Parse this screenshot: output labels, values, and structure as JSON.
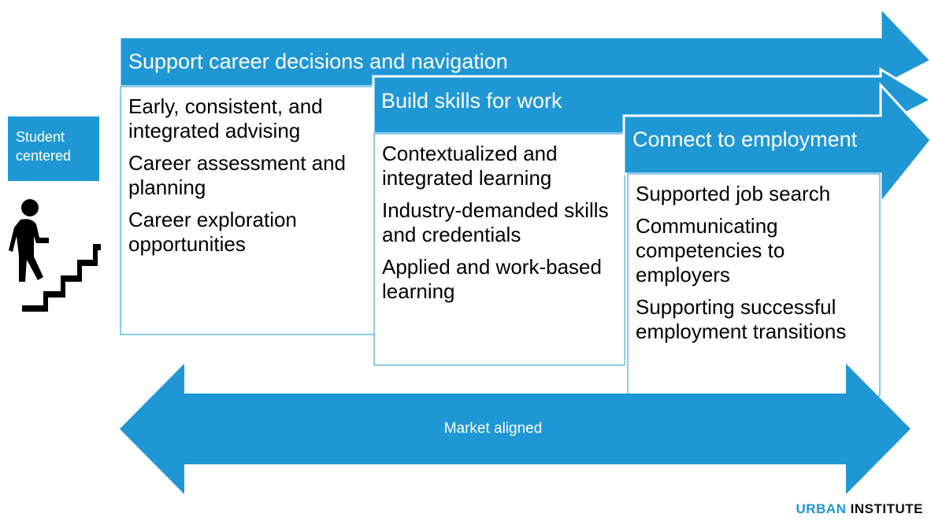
{
  "colors": {
    "accent": "#1f97d4",
    "text": "#000000",
    "box_border": "#1f97d4",
    "brand_urban": "#1f97d4",
    "brand_institute": "#111111"
  },
  "student": {
    "label_line1": "Student",
    "label_line2": "centered",
    "icon": "person-climbing-stairs-icon"
  },
  "stages": [
    {
      "title": "Support career decisions and navigation",
      "items": [
        "Early, consistent, and integrated advising",
        "Career assessment and planning",
        "Career exploration opportunities"
      ]
    },
    {
      "title": "Build skills for work",
      "items": [
        "Contextualized and integrated learning",
        "Industry-demanded skills and credentials",
        "Applied and work-based learning"
      ]
    },
    {
      "title": "Connect to employment",
      "items": [
        "Supported job search",
        "Communicating competencies to employers",
        "Supporting successful employment transitions"
      ]
    }
  ],
  "foundation": {
    "label": "Market aligned"
  },
  "brand": {
    "part1": "URBAN",
    "part2": "INSTITUTE"
  }
}
